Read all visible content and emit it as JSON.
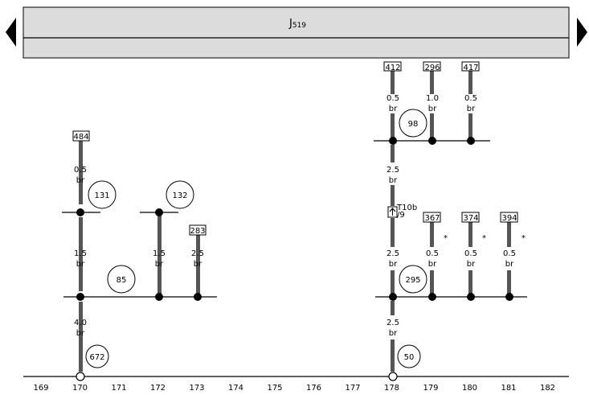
{
  "header": {
    "component": "J",
    "component_sub": "519"
  },
  "wires": {
    "w484": {
      "size": "0.5",
      "color": "br"
    },
    "w131l": {
      "size": "1.5",
      "color": "br"
    },
    "w132": {
      "size": "1.5",
      "color": "br"
    },
    "w283": {
      "size": "2.5",
      "color": "br"
    },
    "w170b": {
      "size": "4.0",
      "color": "br"
    },
    "w412": {
      "size": "0.5",
      "color": "br"
    },
    "w296": {
      "size": "1.0",
      "color": "br"
    },
    "w417": {
      "size": "0.5",
      "color": "br"
    },
    "w178m": {
      "size": "2.5",
      "color": "br"
    },
    "w178l": {
      "size": "2.5",
      "color": "br"
    },
    "w367": {
      "size": "0.5",
      "color": "br"
    },
    "w374": {
      "size": "0.5",
      "color": "br"
    },
    "w394": {
      "size": "0.5",
      "color": "br"
    },
    "w178b": {
      "size": "2.5",
      "color": "br"
    }
  },
  "refs": {
    "r484": "484",
    "r283": "283",
    "r412": "412",
    "r296": "296",
    "r417": "417",
    "r367": "367",
    "r374": "374",
    "r394": "394"
  },
  "circles": {
    "c131": "131",
    "c132": "132",
    "c85": "85",
    "c672": "672",
    "c98": "98",
    "c295": "295",
    "c50": "50"
  },
  "connector": {
    "name": "T10b",
    "pin": "/9"
  },
  "asterisk": "*",
  "scale": [
    "169",
    "170",
    "171",
    "172",
    "173",
    "174",
    "175",
    "176",
    "177",
    "178",
    "179",
    "180",
    "181",
    "182"
  ]
}
